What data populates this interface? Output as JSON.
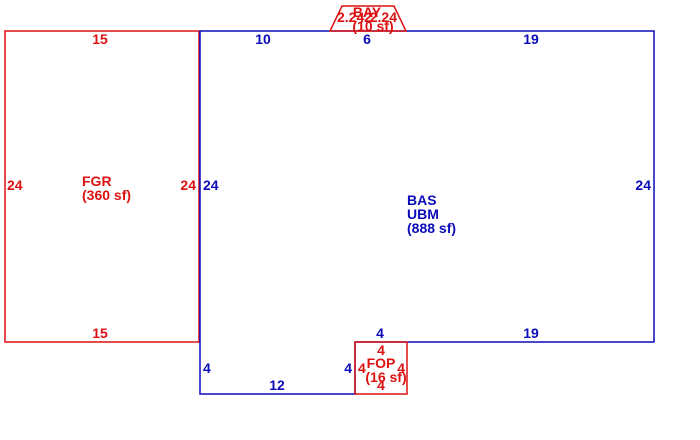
{
  "colors": {
    "red": "#dd1111",
    "blue": "#0b0bbb"
  },
  "areas": {
    "fgr": {
      "name": "FGR",
      "area": "(360 sf)"
    },
    "bas": {
      "name": "BAS",
      "sub": "UBM",
      "area": "(888 sf)"
    },
    "bay": {
      "name": "BAY",
      "area": "(10 sf)"
    },
    "fop": {
      "name": "FOP",
      "area": "(16 sf)"
    }
  },
  "dims": {
    "fgr_top": "15",
    "fgr_bottom": "15",
    "fgr_left": "24",
    "fgr_right": "24",
    "bas_top_a": "10",
    "bas_top_b": "6",
    "bas_top_c": "19",
    "bas_left": "24",
    "bas_right": "24",
    "bas_bottom_a": "4",
    "bas_bottom_b": "19",
    "bas_lower_left": "4",
    "bas_lower_bottom": "12",
    "bas_lower_right": "4",
    "bay_left": "2.24",
    "bay_top": "2",
    "bay_right": "2.24",
    "fop_top": "4",
    "fop_left": "4",
    "fop_right": "4",
    "fop_bottom": "4"
  }
}
